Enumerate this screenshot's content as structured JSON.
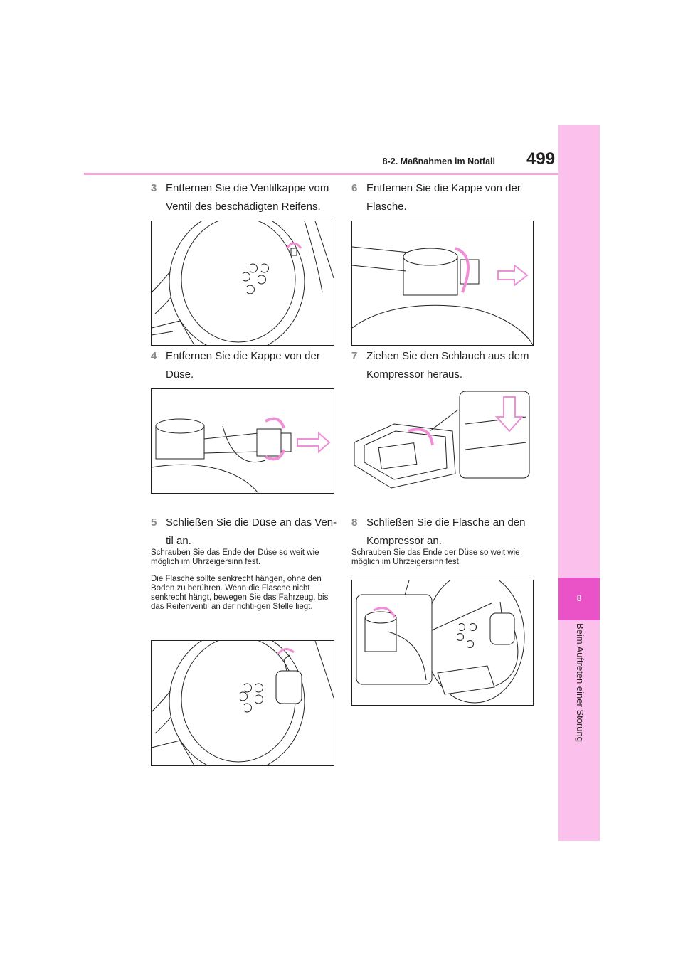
{
  "header": {
    "section": "8-2. Maßnahmen im Notfall",
    "page_number": "499"
  },
  "sidebar": {
    "chapter_number": "8",
    "chapter_title": "Beim Auftreten einer Störung"
  },
  "steps": {
    "s3": {
      "num": "3",
      "text": "Entfernen Sie die Ventilkappe vom Ventil des beschädigten Reifens."
    },
    "s4": {
      "num": "4",
      "text": "Entfernen Sie die Kappe von der Düse."
    },
    "s5": {
      "num": "5",
      "text": "Schließen Sie die Düse an das Ven-til an."
    },
    "s6": {
      "num": "6",
      "text": "Entfernen Sie die Kappe von der Flasche."
    },
    "s7": {
      "num": "7",
      "text": "Ziehen Sie den Schlauch aus dem Kompressor heraus."
    },
    "s8": {
      "num": "8",
      "text": "Schließen Sie die Flasche an den Kompressor an."
    }
  },
  "notes": {
    "n5a": "Schrauben Sie das Ende der Düse so weit wie möglich im Uhrzeigersinn fest.",
    "n5b": "Die Flasche sollte senkrecht hängen, ohne den Boden zu berühren. Wenn die Flasche nicht senkrecht hängt, bewegen Sie das Fahrzeug, bis das Reifenventil an der richti-gen Stelle liegt.",
    "n8": "Schrauben Sie das Ende der Düse so weit wie möglich im Uhrzeigersinn fest."
  },
  "colors": {
    "accent_pink": "#ea52c7",
    "sidebar_pink": "#fbc1ec",
    "rule_pink": "#f3a6d8",
    "arrow_pink": "#f08fd6"
  }
}
